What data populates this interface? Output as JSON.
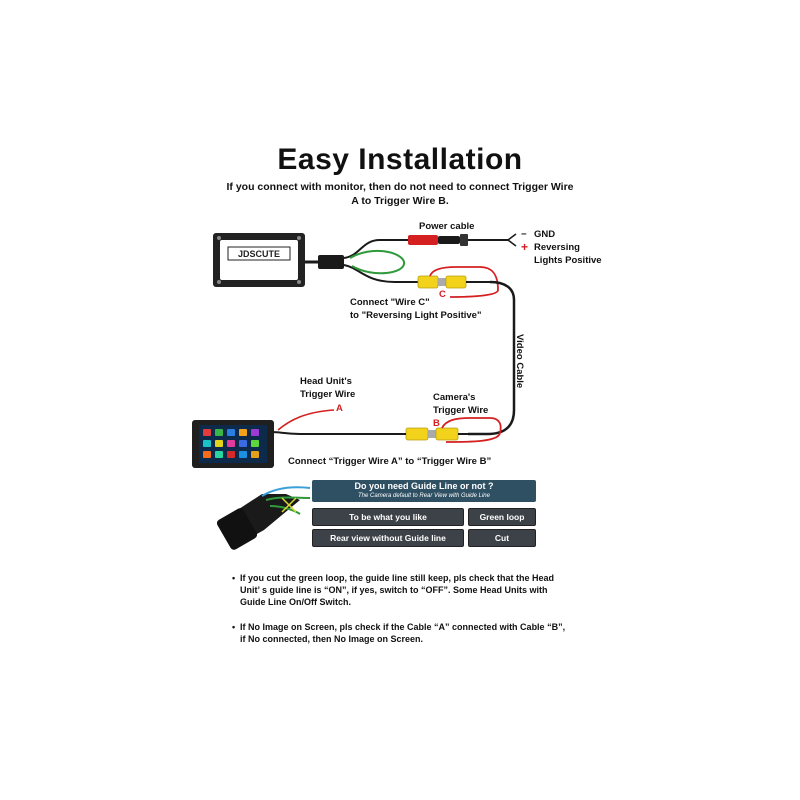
{
  "title": "Easy Installation",
  "subtitle": "If you connect with monitor, then do not need to connect Trigger Wire A to Trigger Wire B.",
  "camera_logo_text": "JDSCUTE",
  "labels": {
    "power_cable": "Power cable",
    "gnd": "GND",
    "minus": "−",
    "plus": "+",
    "reversing": "Reversing",
    "lights_positive": "Lights Positive",
    "wire_c_marker": "C",
    "connect_wire_c_1": "Connect \"Wire C\"",
    "connect_wire_c_2": "to \"Reversing Light Positive\"",
    "video_cable": "Video Cable",
    "head_unit_1": "Head Unit's",
    "head_unit_2": "Trigger Wire",
    "marker_a": "A",
    "camera_trigger_1": "Camera's",
    "camera_trigger_2": "Trigger Wire",
    "marker_b": "B",
    "connect_trigger": "Connect “Trigger Wire  A” to “Trigger Wire  B”"
  },
  "guide_panel": {
    "heading": "Do you need Guide Line or not ?",
    "subheading": "The Camera default to Rear View with Guide Line",
    "rows": [
      {
        "option": "To be what you like",
        "action": "Green loop"
      },
      {
        "option": "Rear view without Guide line",
        "action": "Cut"
      }
    ]
  },
  "notes": [
    "If you cut the green loop, the guide line still keep, pls check that the Head Unit’ s guide line is “ON”, if yes, switch to “OFF”.  Some Head Units with Guide Line On/Off Switch.",
    "If No Image on Screen, pls check if the Cable “A” connected with Cable “B”, if No connected, then No Image on Screen."
  ],
  "colors": {
    "cable_black": "#1a1a1a",
    "wire_red": "#d42020",
    "wire_green": "#2e9a3a",
    "connector_yellow": "#f2d21b",
    "panel_dark": "#2f4f63",
    "button_dark": "#3d4248"
  }
}
